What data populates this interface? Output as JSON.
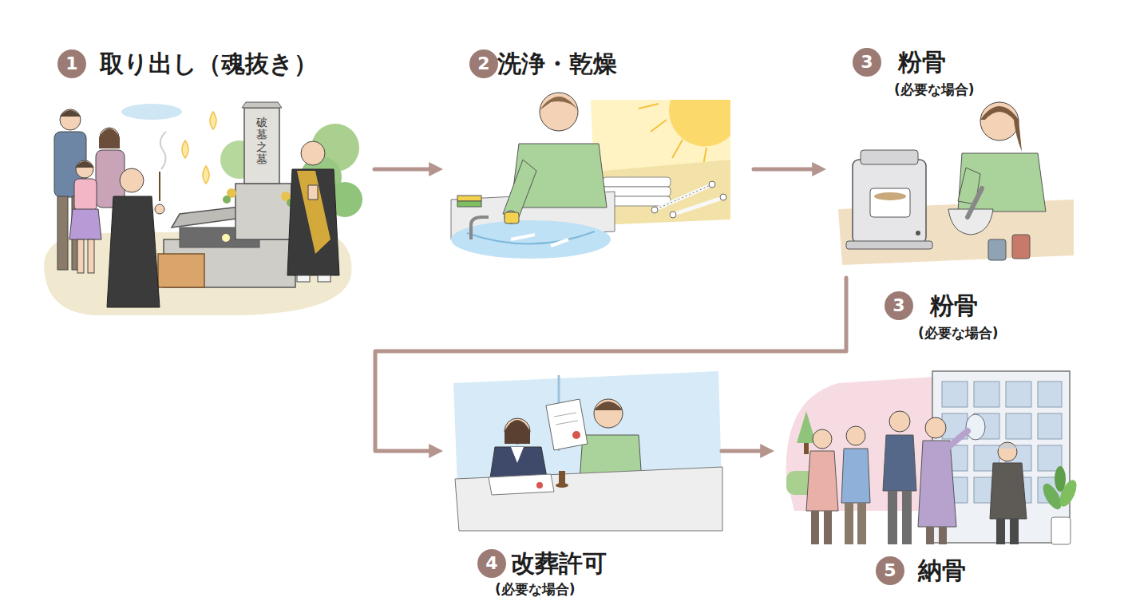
{
  "diagram": {
    "nodes": [
      {
        "text": [
          "1",
          "取り出し（魂抜き）"
        ]
      },
      {
        "text": [
          "2",
          "洗浄・乾燥"
        ]
      },
      {
        "text": [
          "3",
          "粉骨",
          "(必要な場合)"
        ]
      },
      {
        "text": [
          "4",
          "改葬許可",
          "(必要な場合)"
        ]
      },
      {
        "text": [
          "5",
          "納骨"
        ]
      }
    ],
    "edges": [
      {
        "from": 0,
        "to": 1,
        "arrow": "to"
      },
      {
        "from": 1,
        "to": 2,
        "arrow": "to"
      },
      {
        "from": 2,
        "to": 3,
        "arrow": "to"
      },
      {
        "from": 3,
        "to": 4,
        "arrow": "to"
      }
    ],
    "labels": [
      "破墓之墓",
      "3",
      "粉骨",
      "(必要な場合)"
    ]
  }
}
